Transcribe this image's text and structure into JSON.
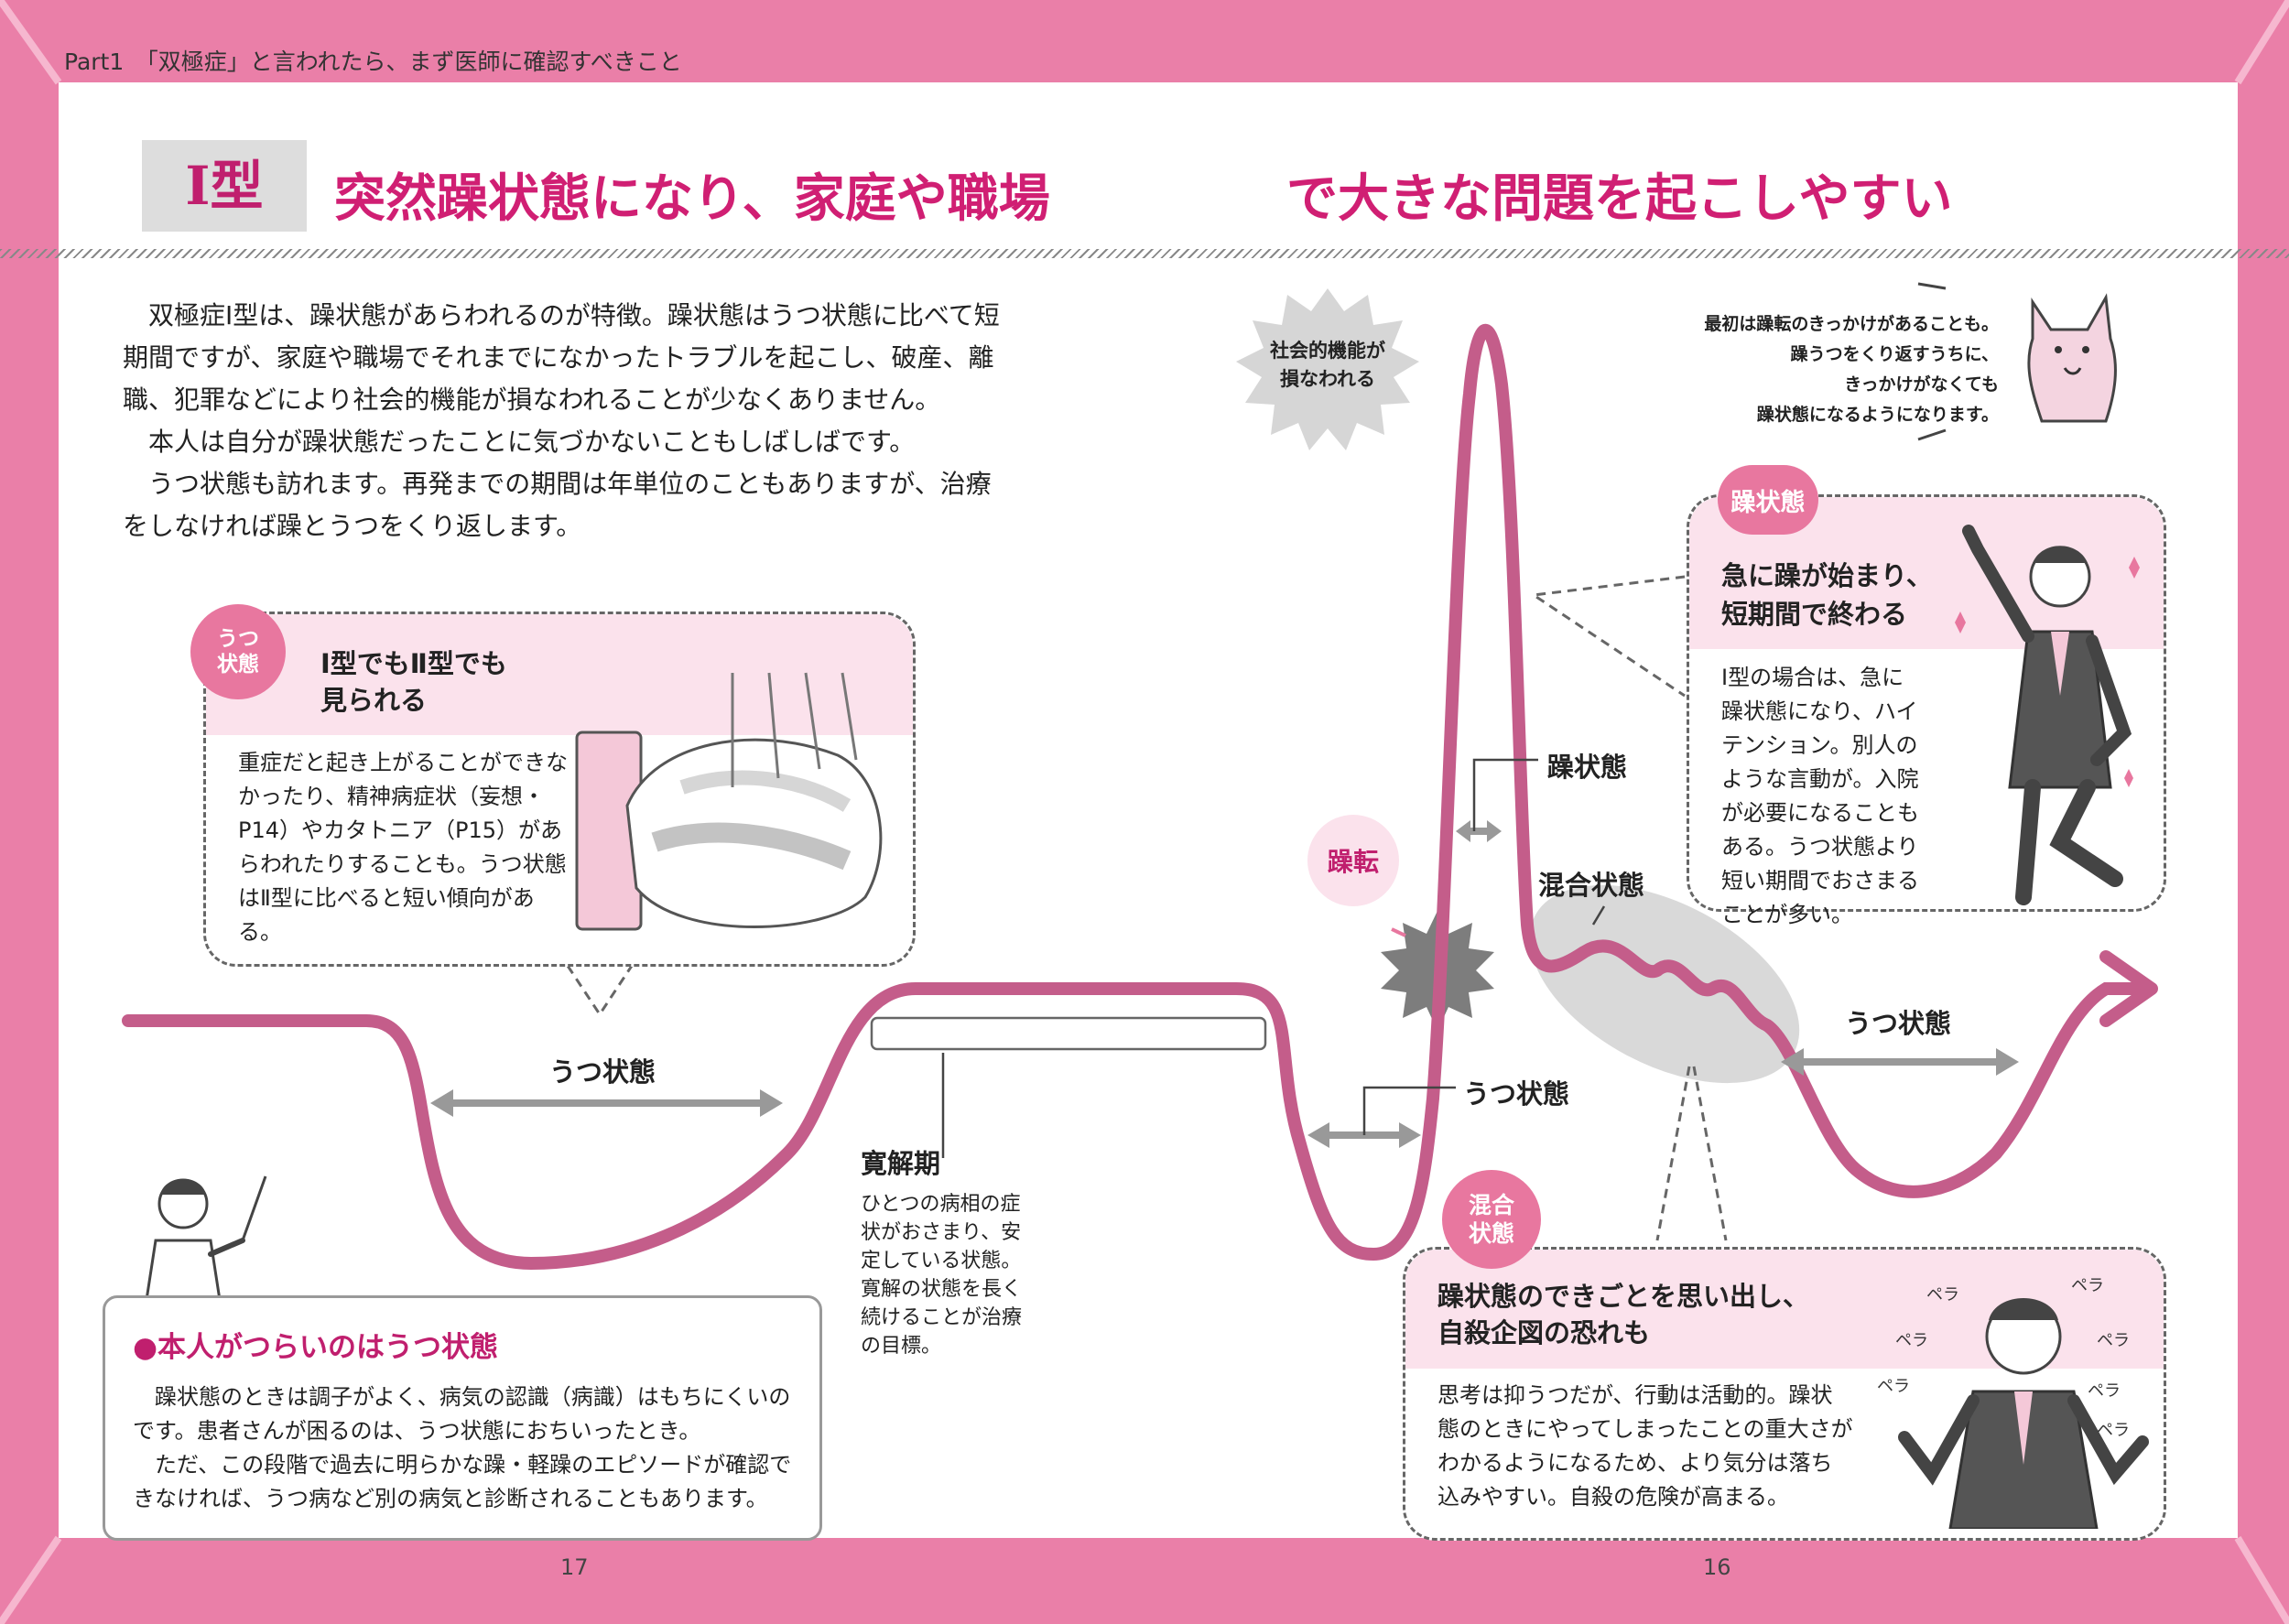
{
  "header": "Part1　「双極症」と言われたら、まず医師に確認すべきこと",
  "type_badge": "Ⅰ型",
  "title_left": "突然躁状態になり、家庭や職場",
  "title_right": "で大きな問題を起こしやすい",
  "intro": [
    "双極症Ⅰ型は、躁状態があらわれるのが特徴。躁状態はうつ状態に比べて短期間ですが、家庭や職場でそれまでになかったトラブルを起こし、破産、離職、犯罪などにより社会的機能が損なわれることが少なくありません。",
    "本人は自分が躁状態だったことに気づかないこともしばしばです。",
    "うつ状態も訪れます。再発までの期間は年単位のこともありますが、治療をしなければ躁とうつをくり返します。"
  ],
  "depression_box": {
    "circle": "うつ\n状態",
    "heading": "Ⅰ型でもⅡ型でも\n見られる",
    "body": "重症だと起き上がることができなかったり、精神病症状（妄想・P14）やカタトニア（P15）があらわれたりすることも。うつ状態はⅡ型に比べると短い傾向がある。"
  },
  "mania_box": {
    "circle": "躁状態",
    "heading": "急に躁が始まり、\n短期間で終わる",
    "body": "Ⅰ型の場合は、急に躁状態になり、ハイテンション。別人のような言動が。入院が必要になることもある。うつ状態より短い期間でおさまることが多い。"
  },
  "mixed_box": {
    "circle": "混合\n状態",
    "heading": "躁状態のできごとを思い出し、\n自殺企図の恐れも",
    "body": "思考は抑うつだが、行動は活動的。躁状態のときにやってしまったことの重大さがわかるようになるため、より気分は落ち込みやすい。自殺の危険が高まる。",
    "pera": "ペラ"
  },
  "dog_note": "最初は躁転のきっかけがあることも。\n躁うつをくり返すうちに、\nきっかけがなくても\n躁状態になるようになります。",
  "social_burst": "社会的機能が\n損なわれる",
  "labels": {
    "depression1": "うつ状態",
    "remission": "寛解期",
    "remission_desc": "ひとつの病相の症状がおさまり、安定している状態。寛解の状態を長く続けることが治療の目標。",
    "depression2": "うつ状態",
    "switch": "躁転",
    "mania": "躁状態",
    "mixed": "混合状態",
    "depression3": "うつ状態"
  },
  "note": {
    "title": "●本人がつらいのはうつ状態",
    "body": [
      "躁状態のときは調子がよく、病気の認識（病識）はもちにくいのです。患者さんが困るのは、うつ状態におちいったとき。",
      "ただ、この段階で過去に明らかな躁・軽躁のエピソードが確認できなければ、うつ病など別の病気と診断されることもあります。"
    ]
  },
  "page_left": "17",
  "page_right": "16",
  "colors": {
    "accent": "#d01f73",
    "curve": "#c45d8a",
    "frame": "#ea7fa8",
    "pale": "#fbe2ec"
  }
}
